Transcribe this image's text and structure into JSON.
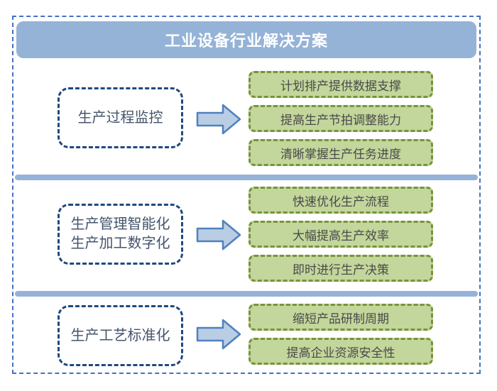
{
  "title": "工业设备行业解决方案",
  "sections": [
    {
      "label_lines": [
        "生产过程监控"
      ],
      "outcomes": [
        "计划排产提供数据支撑",
        "提高生产节拍调整能力",
        "清晰掌握生产任务进度"
      ]
    },
    {
      "label_lines": [
        "生产管理智能化",
        "生产加工数字化"
      ],
      "outcomes": [
        "快速优化生产流程",
        "大幅提高生产效率",
        "即时进行生产决策"
      ]
    },
    {
      "label_lines": [
        "生产工艺标准化"
      ],
      "outcomes": [
        "缩短产品研制周期",
        "提高企业资源安全性"
      ]
    }
  ],
  "colors": {
    "title_bar": "#95B3D7",
    "divider": "#95B3D7",
    "outer_border": "#4472C4",
    "left_box_border": "#1F497D",
    "left_box_text": "#44546A",
    "green_box_fill": "#C3D69B",
    "green_box_border": "#77933C",
    "green_box_text": "#4A4A4A",
    "arrow_fill": "#B9CDE5",
    "arrow_border": "#4F81BD",
    "title_text": "#FFFFFF"
  }
}
